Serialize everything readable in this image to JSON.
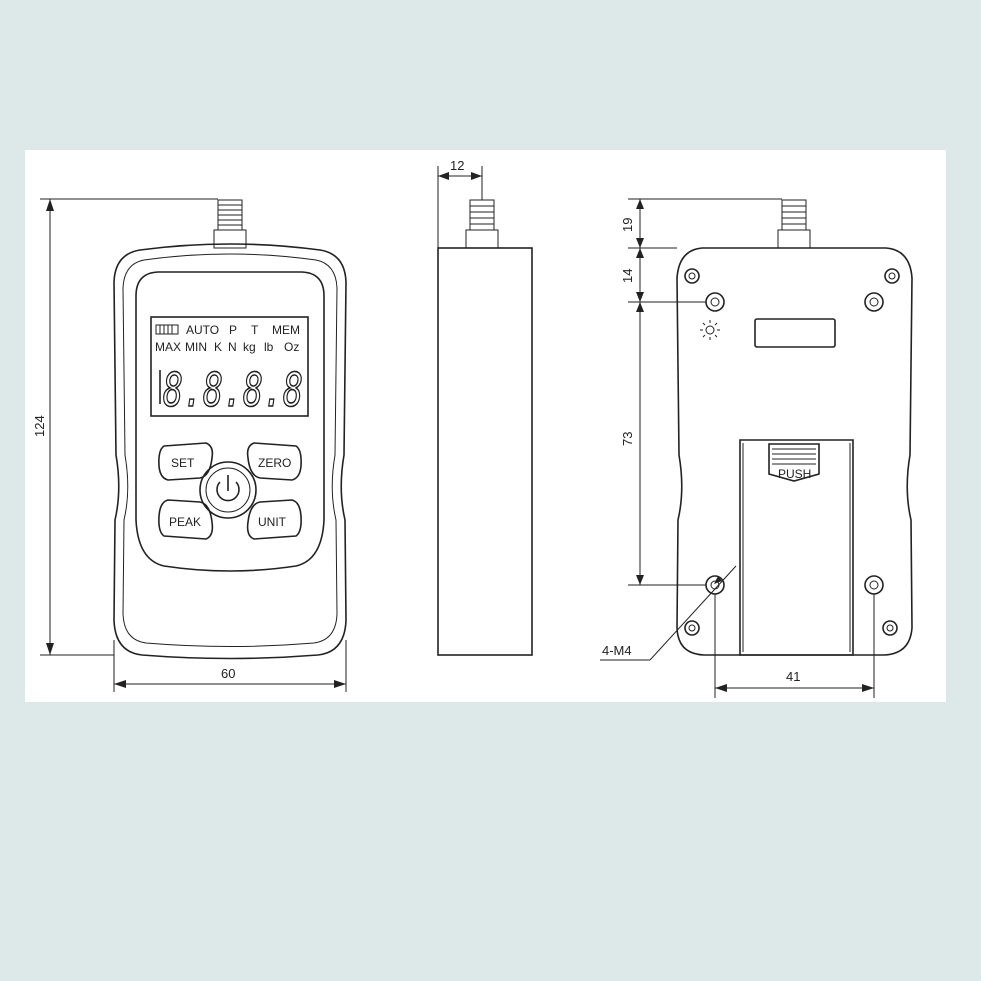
{
  "front": {
    "lcd_row1": [
      "AUTO",
      "P",
      "T",
      "MEM"
    ],
    "lcd_row2": [
      "MAX",
      "MIN",
      "K",
      "N",
      "kg",
      "lb",
      "Oz"
    ],
    "lcd_digits": "8.8.8.8",
    "buttons": {
      "set": "SET",
      "zero": "ZERO",
      "peak": "PEAK",
      "unit": "UNIT"
    },
    "icons": [
      "battery-icon",
      "power-icon"
    ]
  },
  "back": {
    "cover_label": "PUSH",
    "hole_callout": "4-M4",
    "icons": [
      "light-sensor-icon"
    ]
  },
  "dimensions": {
    "height_total": "124",
    "width_front": "60",
    "depth_side": "12",
    "connector_length": "19",
    "top_to_holes": "14",
    "hole_spacing_vertical": "73",
    "hole_spacing_horizontal": "41"
  }
}
